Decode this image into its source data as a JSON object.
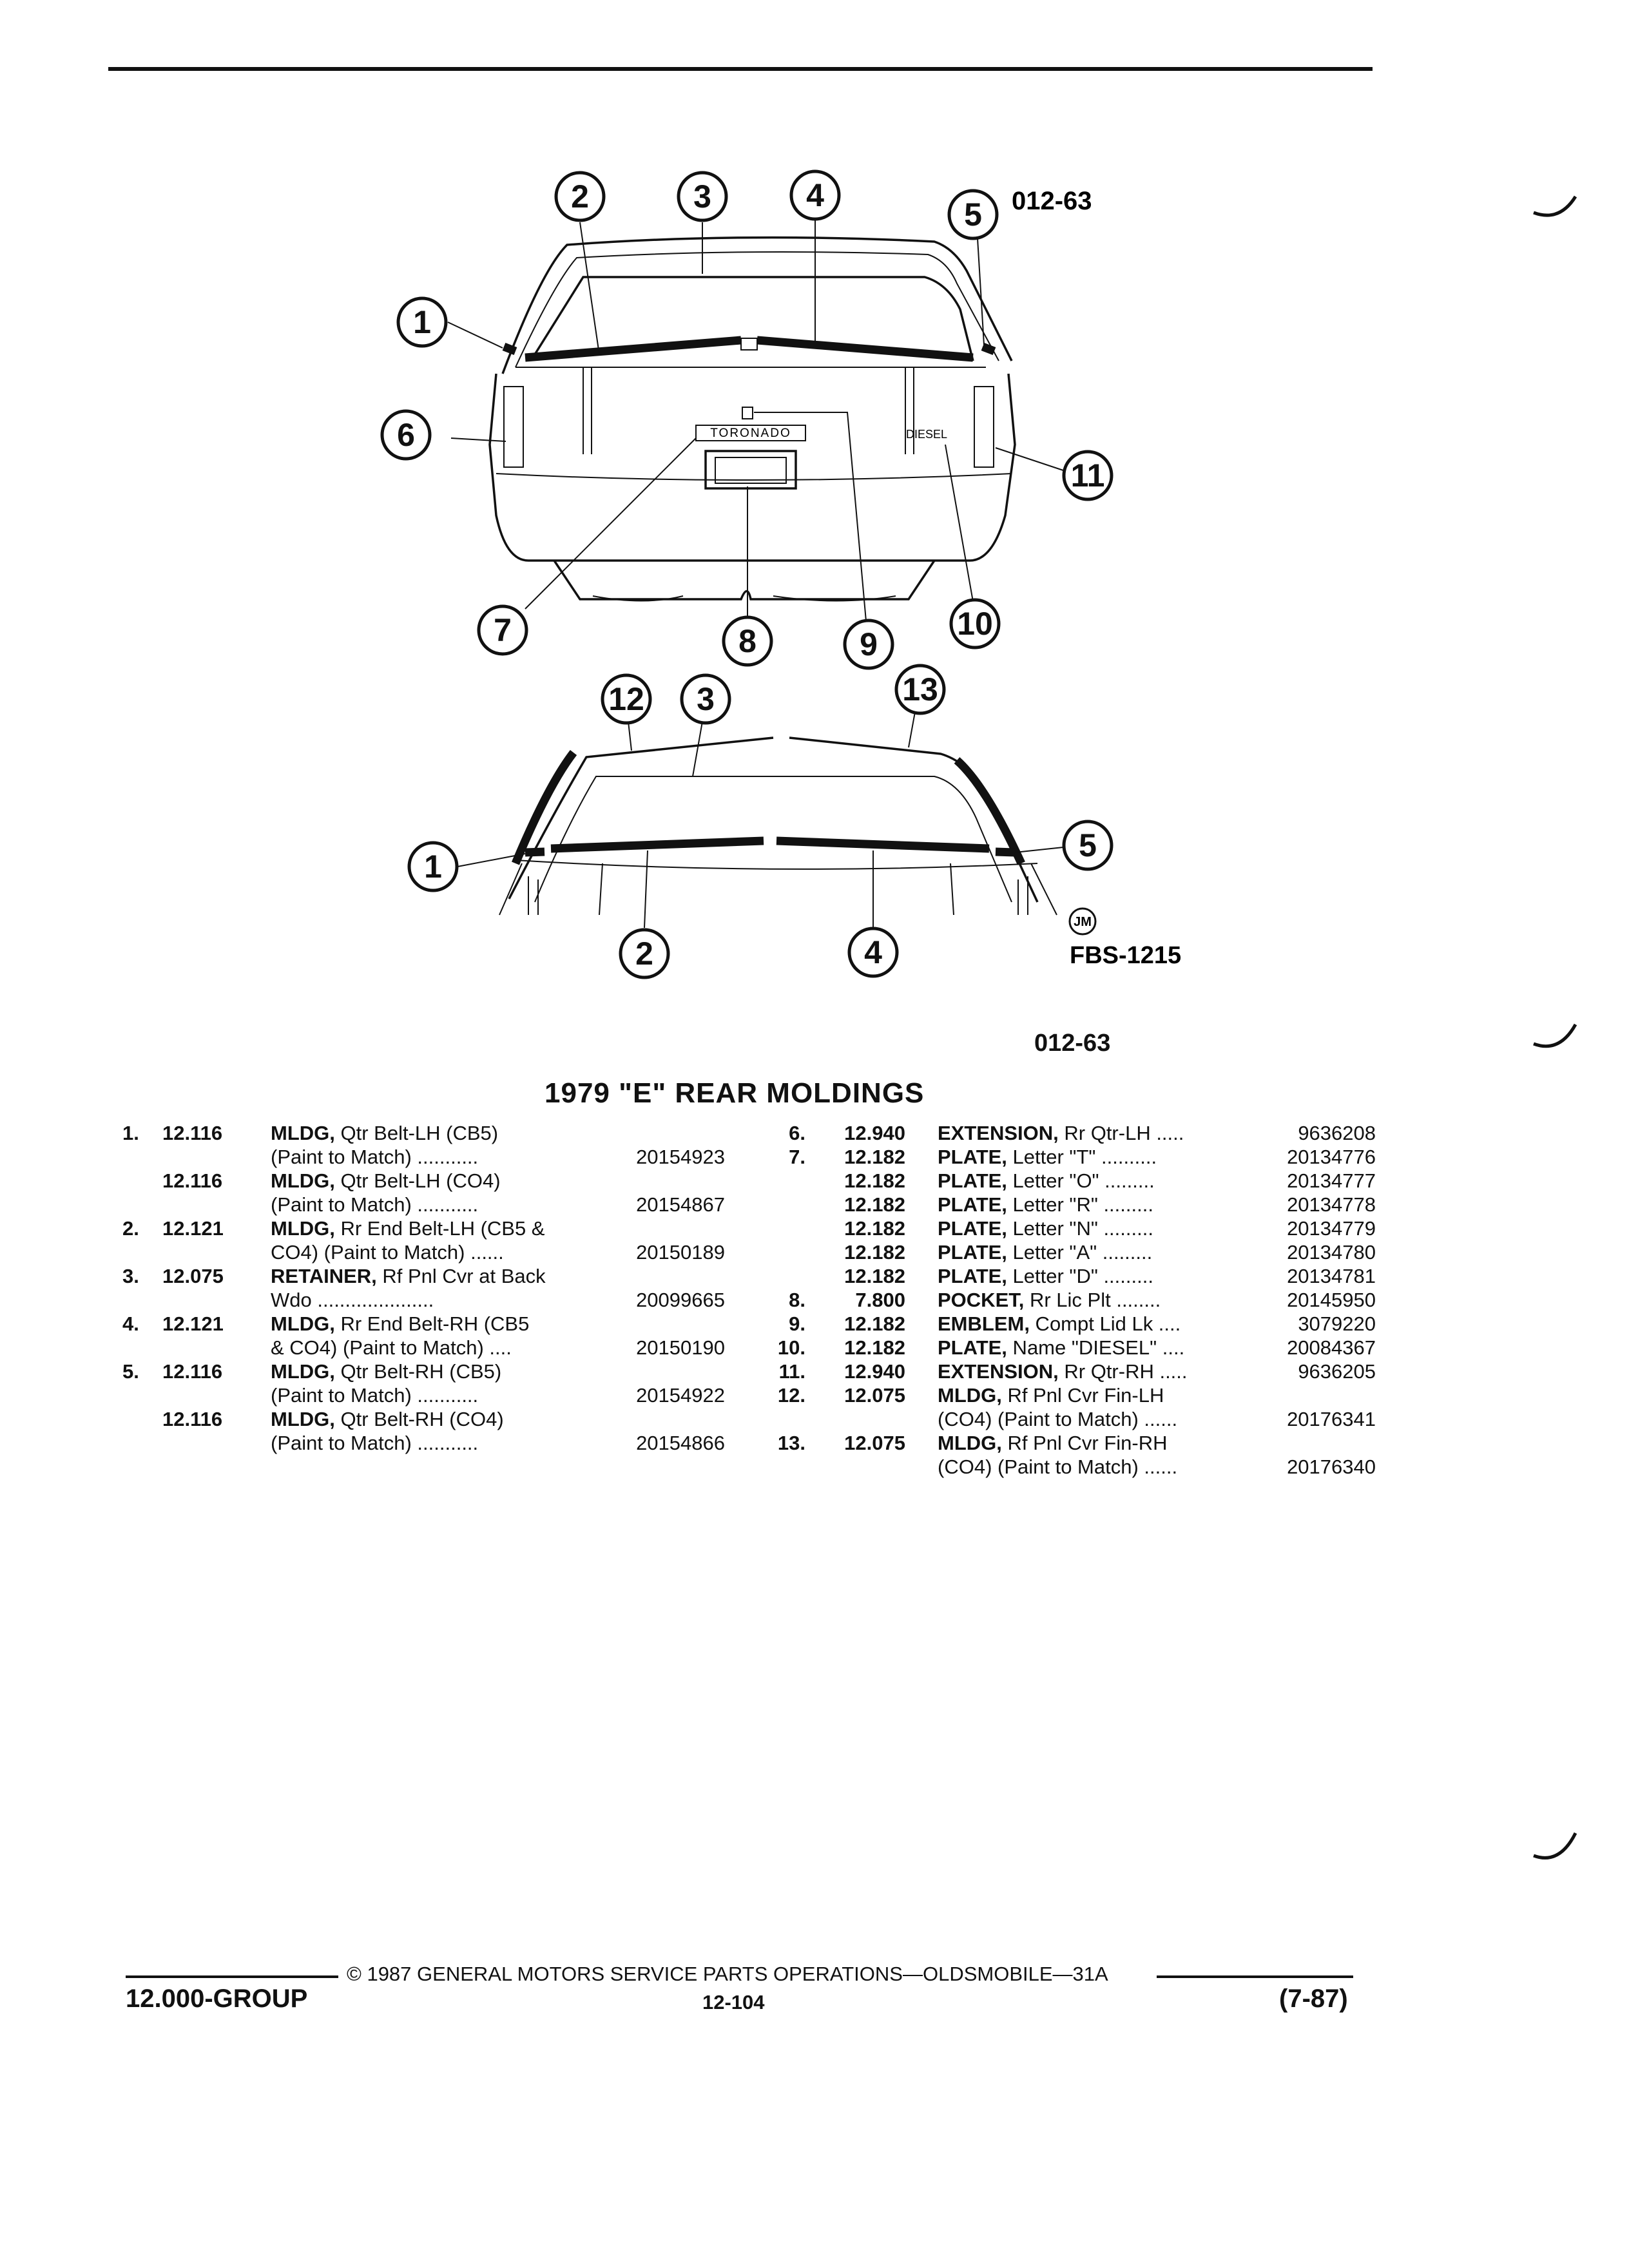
{
  "diagram": {
    "ref_top": "012-63",
    "ref_bottom": "FBS-1215",
    "ref_caption": "012-63",
    "jm_mark": "JM",
    "car_script": "TORONADO",
    "car_badge": "DIESEL",
    "callouts": [
      "1",
      "2",
      "3",
      "4",
      "5",
      "6",
      "7",
      "8",
      "9",
      "10",
      "11",
      "12",
      "13"
    ]
  },
  "title": "1979 \"E\" REAR MOLDINGS",
  "left_rows": [
    {
      "num": "1.",
      "grp": "12.116",
      "name": "MLDG,",
      "desc": " Qtr Belt-LH (CB5)",
      "pn": ""
    },
    {
      "num": "",
      "grp": "",
      "name": "",
      "desc": "(Paint to Match) ...........",
      "pn": "20154923"
    },
    {
      "num": "",
      "grp": "12.116",
      "name": "MLDG,",
      "desc": " Qtr Belt-LH (CO4)",
      "pn": ""
    },
    {
      "num": "",
      "grp": "",
      "name": "",
      "desc": "(Paint to Match) ...........",
      "pn": "20154867"
    },
    {
      "num": "2.",
      "grp": "12.121",
      "name": "MLDG,",
      "desc": " Rr End Belt-LH (CB5 &",
      "pn": ""
    },
    {
      "num": "",
      "grp": "",
      "name": "",
      "desc": "CO4) (Paint to Match) ......",
      "pn": "20150189"
    },
    {
      "num": "3.",
      "grp": "12.075",
      "name": "RETAINER,",
      "desc": " Rf Pnl Cvr at Back",
      "pn": ""
    },
    {
      "num": "",
      "grp": "",
      "name": "",
      "desc": "Wdo .....................",
      "pn": "20099665"
    },
    {
      "num": "4.",
      "grp": "12.121",
      "name": "MLDG,",
      "desc": " Rr End Belt-RH (CB5",
      "pn": ""
    },
    {
      "num": "",
      "grp": "",
      "name": "",
      "desc": "& CO4) (Paint to Match) ....",
      "pn": "20150190"
    },
    {
      "num": "5.",
      "grp": "12.116",
      "name": "MLDG,",
      "desc": " Qtr Belt-RH (CB5)",
      "pn": ""
    },
    {
      "num": "",
      "grp": "",
      "name": "",
      "desc": "(Paint to Match) ...........",
      "pn": "20154922"
    },
    {
      "num": "",
      "grp": "12.116",
      "name": "MLDG,",
      "desc": " Qtr Belt-RH (CO4)",
      "pn": ""
    },
    {
      "num": "",
      "grp": "",
      "name": "",
      "desc": "(Paint to Match) ...........",
      "pn": "20154866"
    }
  ],
  "right_rows": [
    {
      "num": "6.",
      "grp": "12.940",
      "name": "EXTENSION,",
      "desc": " Rr Qtr-LH .....",
      "pn": "9636208"
    },
    {
      "num": "7.",
      "grp": "12.182",
      "name": "PLATE,",
      "desc": " Letter \"T\" ..........",
      "pn": "20134776"
    },
    {
      "num": "",
      "grp": "12.182",
      "name": "PLATE,",
      "desc": " Letter \"O\" .........",
      "pn": "20134777"
    },
    {
      "num": "",
      "grp": "12.182",
      "name": "PLATE,",
      "desc": " Letter \"R\" .........",
      "pn": "20134778"
    },
    {
      "num": "",
      "grp": "12.182",
      "name": "PLATE,",
      "desc": " Letter \"N\" .........",
      "pn": "20134779"
    },
    {
      "num": "",
      "grp": "12.182",
      "name": "PLATE,",
      "desc": " Letter \"A\" .........",
      "pn": "20134780"
    },
    {
      "num": "",
      "grp": "12.182",
      "name": "PLATE,",
      "desc": " Letter \"D\" .........",
      "pn": "20134781"
    },
    {
      "num": "8.",
      "grp": "7.800",
      "name": "POCKET,",
      "desc": " Rr Lic Plt ........",
      "pn": "20145950"
    },
    {
      "num": "9.",
      "grp": "12.182",
      "name": "EMBLEM,",
      "desc": " Compt Lid Lk ....",
      "pn": "3079220"
    },
    {
      "num": "10.",
      "grp": "12.182",
      "name": "PLATE,",
      "desc": " Name \"DIESEL\" ....",
      "pn": "20084367"
    },
    {
      "num": "11.",
      "grp": "12.940",
      "name": "EXTENSION,",
      "desc": " Rr Qtr-RH .....",
      "pn": "9636205"
    },
    {
      "num": "12.",
      "grp": "12.075",
      "name": "MLDG,",
      "desc": " Rf Pnl Cvr Fin-LH",
      "pn": ""
    },
    {
      "num": "",
      "grp": "",
      "name": "",
      "desc": "(CO4) (Paint to Match) ......",
      "pn": "20176341"
    },
    {
      "num": "13.",
      "grp": "12.075",
      "name": "MLDG,",
      "desc": " Rf Pnl Cvr Fin-RH",
      "pn": ""
    },
    {
      "num": "",
      "grp": "",
      "name": "",
      "desc": "(CO4) (Paint to Match) ......",
      "pn": "20176340"
    }
  ],
  "footer": {
    "copyright": "© 1987 GENERAL MOTORS SERVICE PARTS OPERATIONS—OLDSMOBILE—31A",
    "group": "12.000-GROUP",
    "page": "12-104",
    "date": "(7-87)"
  }
}
